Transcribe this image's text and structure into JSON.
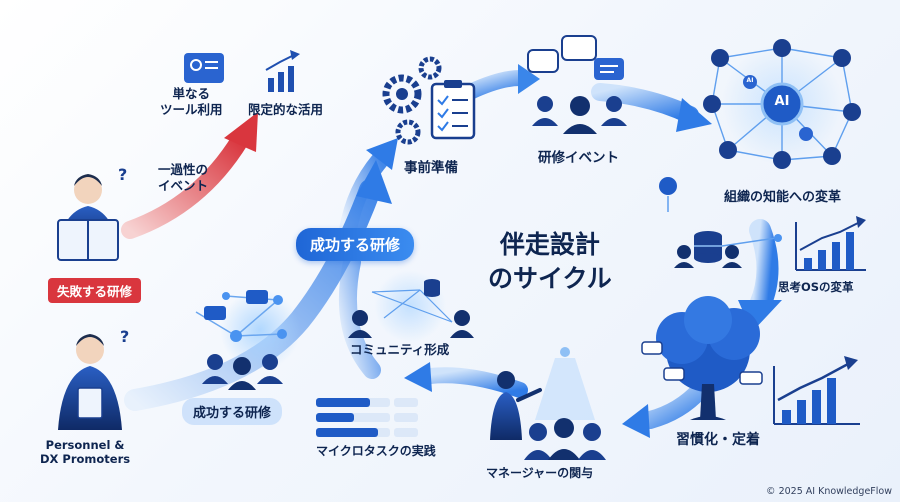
{
  "title": {
    "line1": "伴走設計",
    "line2": "のサイクル"
  },
  "left": {
    "simple_tool": {
      "line1": "単なる",
      "line2": "ツール利用"
    },
    "limited_use": "限定的な活用",
    "one_off": {
      "line1": "一過性の",
      "line2": "イベント"
    },
    "failing_badge": "失敗する研修",
    "success_badge_main": "成功する研修",
    "success_badge_lower": "成功する研修",
    "persona": {
      "line1": "Personnel &",
      "line2": "DX Promoters"
    }
  },
  "cycle": {
    "prep": "事前準備",
    "event": "研修イベント",
    "org_change": "組織の知能への変革",
    "os_change": "思考OSの変革",
    "habit": "習慣化・定着",
    "manager": "マネージャーの関与",
    "microtask": "マイクロタスクの実践",
    "community": "コミュニティ形成"
  },
  "icons": {
    "ai_center": "AI",
    "ai_small": "AI"
  },
  "colors": {
    "navy": "#0e2550",
    "accent_blue": "#1f66d6",
    "light_blue": "#8fc0f5",
    "fail_red": "#d9363e"
  },
  "footer": {
    "credit": "© 2025 AI KnowledgeFlow"
  }
}
